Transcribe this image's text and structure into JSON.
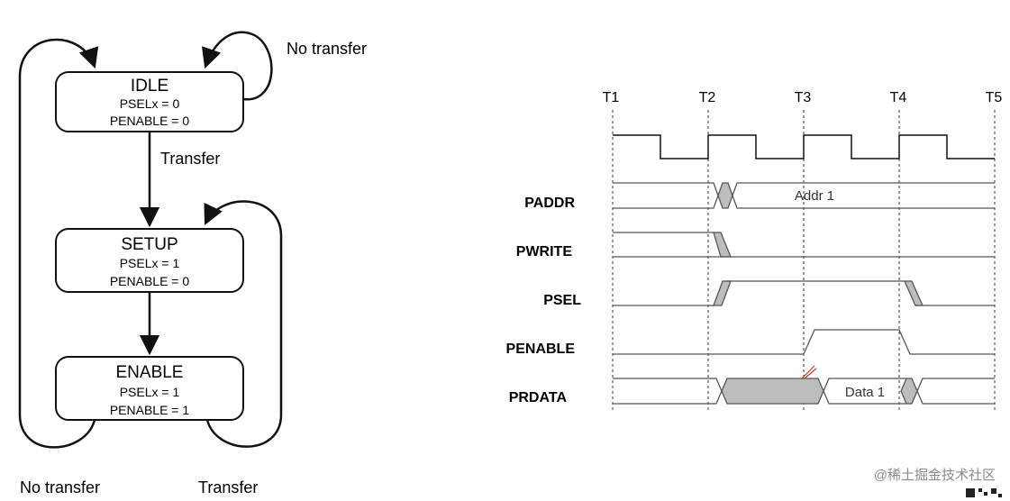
{
  "states": [
    {
      "title": "IDLE",
      "psel": "PSELx = 0",
      "penable": "PENABLE  = 0"
    },
    {
      "title": "SETUP",
      "psel": "PSELx = 1",
      "penable": "PENABLE  = 0"
    },
    {
      "title": "ENABLE",
      "psel": "PSELx = 1",
      "penable": "PENABLE  = 1"
    }
  ],
  "transitions": {
    "idle_self": "No transfer",
    "idle_to_setup": "Transfer",
    "enable_to_idle": "No transfer",
    "enable_to_setup": "Transfer"
  },
  "timing": {
    "time_marks": [
      "T1",
      "T2",
      "T3",
      "T4",
      "T5"
    ],
    "signals": [
      "PADDR",
      "PWRITE",
      "PSEL",
      "PENABLE",
      "PRDATA"
    ],
    "paddr_value": "Addr 1",
    "prdata_value": "Data 1"
  },
  "watermark": "@稀土掘金技术社区"
}
